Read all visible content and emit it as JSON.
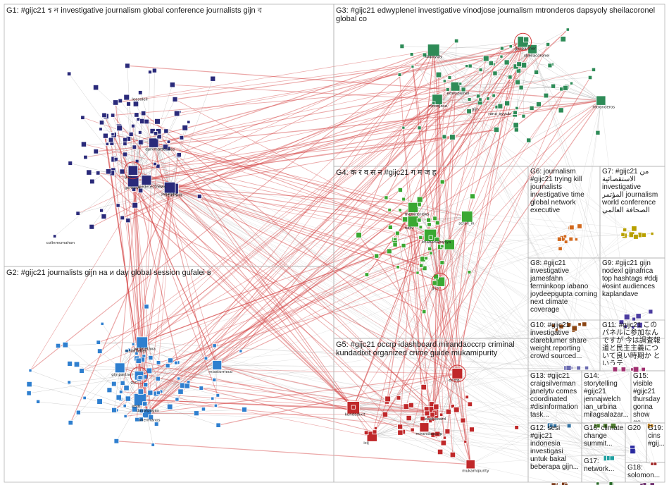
{
  "network": {
    "groups": [
      {
        "id": "G1",
        "label": "G1: #gijc21 ร ন investigative journalism global conference journalists gijn ব",
        "color": "#2a2a7a",
        "edge_color": "#d23c3c"
      },
      {
        "id": "G2",
        "label": "G2: #gijc21 journalists gijn на и day global session gufalei в",
        "color": "#2f7fcf",
        "edge_color": "#d23c3c"
      },
      {
        "id": "G3",
        "label": "G3: #gijc21 edwyplenel investigative vinodjose journalism mtronderos dapsyoly sheilacoronel global co",
        "color": "#2e8b57",
        "edge_color": "#d23c3c"
      },
      {
        "id": "G4",
        "label": "G4: क र व स न #gijc21 ग म ज ह",
        "color": "#3aa832",
        "edge_color": "#d23c3c"
      },
      {
        "id": "G5",
        "label": "G5: #gijc21 occrp idashboard mirandaoccrp criminal kundadixit organized crime guide mukamipurity",
        "color": "#c0282a",
        "edge_color": "#d23c3c"
      },
      {
        "id": "G6",
        "label": "G6: journalism #gijc21 trying kill journalists investigative time global network executive",
        "color": "#d2691e",
        "edge_color": "#d23c3c"
      },
      {
        "id": "G7",
        "label": "G7: #gijc21 من الاستقصائية investigative المؤتمر journalism world conference الصحافة العالمي",
        "color": "#b8a000",
        "edge_color": "#d23c3c"
      },
      {
        "id": "G8",
        "label": "G8: #gijc21 investigative jamesfahn ferminkoop iabano joydeepgupta coming next climate coverage",
        "color": "#8b4513",
        "edge_color": "#d23c3c"
      },
      {
        "id": "G9",
        "label": "G9: #gijc21 gijn nodexl gijnafrica top hashtags #ddj #osint audiences kaplandave",
        "color": "#4b3ca0",
        "edge_color": "#d23c3c"
      },
      {
        "id": "G10",
        "label": "G10: #gijc21 investigative clareblumer share weight reporting crowd sourced...",
        "color": "#6b6bb0",
        "edge_color": "#d23c3c"
      },
      {
        "id": "G11",
        "label": "G11: #gijc21 このパネルに参加なんですが 今は調査報道と民主主義について良い時期か というテ...",
        "color": "#a03070",
        "edge_color": "#d23c3c"
      },
      {
        "id": "G12",
        "label": "G12: sesi #gijc21 indonesia investigasi untuk bakal beberapa gijn...",
        "color": "#7a3a1a",
        "edge_color": "#d23c3c"
      },
      {
        "id": "G13",
        "label": "G13: #gijc21 craigsilverman janelytv comes coordinated #disinformation task...",
        "color": "#3070a0",
        "edge_color": "#d23c3c"
      },
      {
        "id": "G14",
        "label": "G14: storytelling #gijc21 jennajwelch ian_urbina milagsalazar...",
        "color": "#508030",
        "edge_color": "#d23c3c"
      },
      {
        "id": "G15",
        "label": "G15: visible #gijc21 thursday gonna show go...",
        "color": "#c08020",
        "edge_color": "#d23c3c"
      },
      {
        "id": "G16",
        "label": "G16: climate change summit...",
        "color": "#20a0a0",
        "edge_color": "#d23c3c"
      },
      {
        "id": "G17",
        "label": "G17: network...",
        "color": "#2a6a2a",
        "edge_color": "#d23c3c"
      },
      {
        "id": "G18",
        "label": "G18: solomon...",
        "color": "#6a2a6a",
        "edge_color": "#d23c3c"
      },
      {
        "id": "G19",
        "label": "G19: cins #gij...",
        "color": "#a02a2a",
        "edge_color": "#d23c3c"
      },
      {
        "id": "G20",
        "label": "G20",
        "color": "#2a2aa0",
        "edge_color": "#d23c3c"
      }
    ],
    "node_labels": {
      "G1": [
        "gijn",
        "wedetectnews",
        "darkmatterlabs",
        "helenwill",
        "janelytv",
        "gsrinew",
        "leasoleil",
        "colinmcmahon"
      ],
      "G2": [
        "gijn",
        "misstorrieco",
        "gijnpartner",
        "ebtb",
        "ahermanos",
        "andmetaxa",
        "dayofpages",
        "malinlieber"
      ],
      "G3": [
        "gijnpartner",
        "edwyplenel",
        "vinodjose",
        "mtronderos",
        "dapsyoly",
        "sheilacoronel",
        "rana_ayyub",
        "gijn"
      ],
      "G4": [
        "gijn",
        "thewirenews",
        "scroll_in",
        "ndtv",
        "khabarlahariya"
      ],
      "G5": [
        "occrp",
        "mirandaoccrp",
        "kundadixit",
        "mukamipurity",
        "idashboard",
        "icij"
      ]
    }
  }
}
